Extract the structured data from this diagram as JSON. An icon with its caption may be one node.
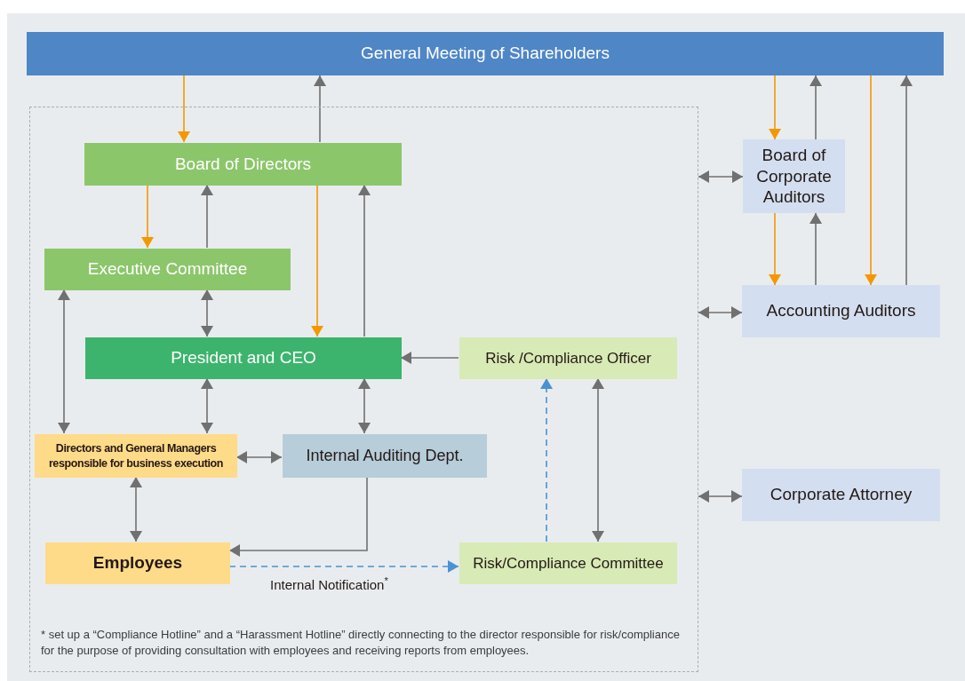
{
  "diagram": {
    "nodes": [
      {
        "text": [
          "General Meeting of Shareholders"
        ]
      },
      {
        "text": [],
        "shape": "box"
      },
      {
        "text": [
          "Board of Directors"
        ],
        "in": 1
      },
      {
        "text": [
          "Executive Committee"
        ],
        "in": 1
      },
      {
        "text": [
          "President and CEO"
        ],
        "in": 1
      },
      {
        "text": [
          "Risk /Compliance Officer"
        ],
        "in": 1
      },
      {
        "text": [
          "Directors and General Managers responsible for business execution"
        ],
        "in": 1
      },
      {
        "text": [
          "Internal Auditing Dept."
        ],
        "in": 1
      },
      {
        "text": [
          "Employees"
        ],
        "in": 1
      },
      {
        "text": [
          "Risk/Compliance Committee"
        ],
        "in": 1
      },
      {
        "text": [
          "Board of Corporate Auditors"
        ]
      },
      {
        "text": [
          "Accounting Auditors"
        ]
      },
      {
        "text": [
          "Corporate Attorney"
        ]
      }
    ],
    "edges": [
      {
        "from": 0,
        "to": 2,
        "arrow": "to",
        "color": "#f39800"
      },
      {
        "from": 2,
        "to": 0,
        "arrow": "to"
      },
      {
        "from": 2,
        "to": 3,
        "arrow": "to",
        "color": "#f39800"
      },
      {
        "from": 3,
        "to": 2,
        "arrow": "to"
      },
      {
        "from": 2,
        "to": 4,
        "arrow": "to",
        "color": "#f39800"
      },
      {
        "from": 4,
        "to": 2,
        "arrow": "to"
      },
      {
        "from": 3,
        "to": 4,
        "arrow": "both"
      },
      {
        "from": 3,
        "to": 6,
        "arrow": "both"
      },
      {
        "from": 4,
        "to": 6,
        "arrow": "both"
      },
      {
        "from": 4,
        "to": 7,
        "arrow": "both"
      },
      {
        "from": 5,
        "to": 4,
        "arrow": "to"
      },
      {
        "from": 6,
        "to": 7,
        "arrow": "both"
      },
      {
        "from": 6,
        "to": 8,
        "arrow": "both"
      },
      {
        "from": 7,
        "to": 8,
        "arrow": "to"
      },
      {
        "from": 8,
        "to": 9,
        "arrow": "to",
        "label": "Internal Notification$^{*}$",
        "style": "dashed",
        "color": "#4a92d4"
      },
      {
        "from": 9,
        "to": 5,
        "arrow": "to",
        "style": "dashed",
        "color": "#4a92d4"
      },
      {
        "from": 5,
        "to": 9,
        "arrow": "both"
      },
      {
        "from": 0,
        "to": 10,
        "arrow": "to",
        "color": "#f39800"
      },
      {
        "from": 10,
        "to": 0,
        "arrow": "to"
      },
      {
        "from": 10,
        "to": 11,
        "arrow": "to",
        "color": "#f39800"
      },
      {
        "from": 11,
        "to": 10,
        "arrow": "to"
      },
      {
        "from": 0,
        "to": 11,
        "arrow": "to",
        "color": "#f39800"
      },
      {
        "from": 11,
        "to": 0,
        "arrow": "to"
      },
      {
        "from": 1,
        "to": 10,
        "arrow": "both"
      },
      {
        "from": 1,
        "to": 11,
        "arrow": "both"
      },
      {
        "from": 1,
        "to": 12,
        "arrow": "both"
      }
    ],
    "labels": [
      "* set up a “Compliance Hotline” and a “Harassment Hotline” directly connecting to the director responsible for risk/compliance for the purpose of providing consultation with employees and receiving reports from employees."
    ]
  }
}
